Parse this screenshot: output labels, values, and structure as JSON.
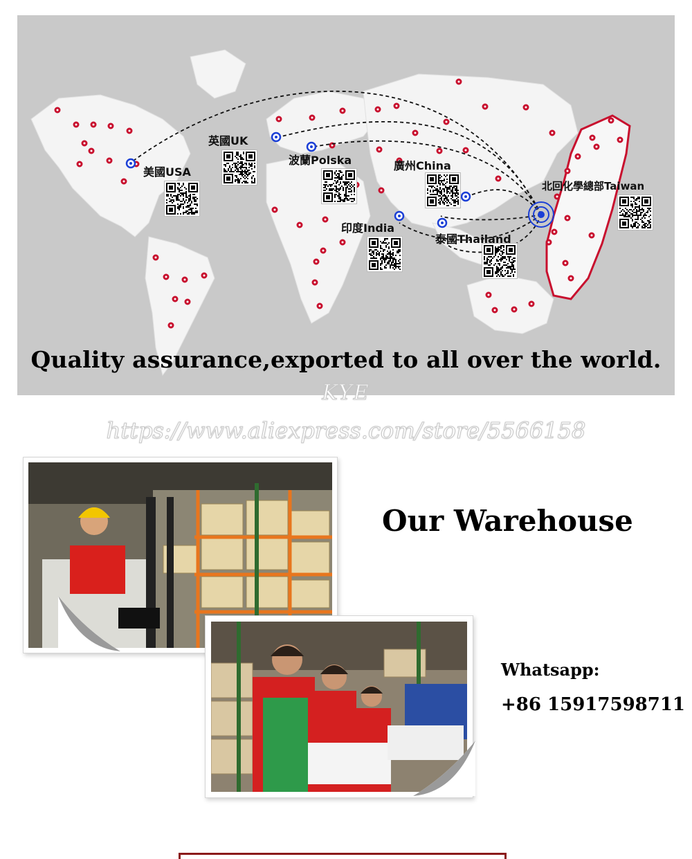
{
  "map": {
    "caption": "Quality assurance,exported to all over the world.",
    "locations": [
      {
        "id": "usa",
        "label": "美國USA"
      },
      {
        "id": "uk",
        "label": "英國UK"
      },
      {
        "id": "polska",
        "label": "波蘭Polska"
      },
      {
        "id": "china",
        "label": "廣州China"
      },
      {
        "id": "taiwan",
        "label": "北回化學總部Taiwan"
      },
      {
        "id": "india",
        "label": "印度India"
      },
      {
        "id": "thailand",
        "label": "泰國Thailand"
      }
    ],
    "colors": {
      "ocean": "#c9c9c9",
      "land": "#f2f2f2",
      "dot": "#c8102e",
      "hub": "#1b3fd6",
      "taiwan_outline": "#c8102e"
    }
  },
  "watermark": {
    "brand": "KYE",
    "url": "https://www.aliexpress.com/store/5566158"
  },
  "warehouse": {
    "title": "Our Warehouse",
    "contact_label": "Whatsapp:",
    "contact_number": "+86 15917598711"
  }
}
